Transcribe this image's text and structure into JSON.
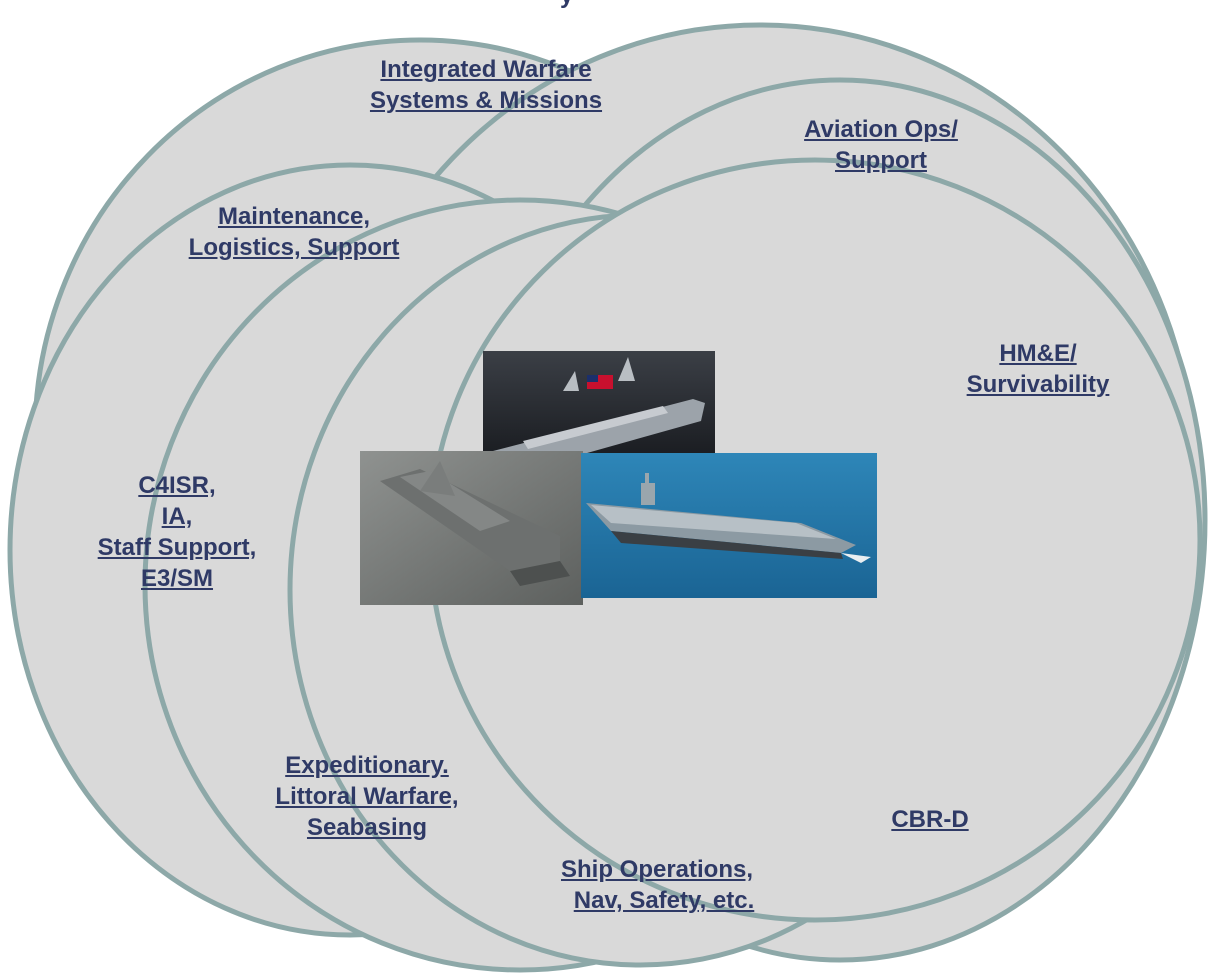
{
  "diagram": {
    "top_partial_text": "y",
    "labels": {
      "integrated_warfare": [
        "Integrated Warfare",
        "Systems & Missions"
      ],
      "aviation": [
        "Aviation Ops/",
        "Support"
      ],
      "maintenance": [
        "Maintenance,",
        "Logistics, Support"
      ],
      "hme": [
        "HM&E/",
        "Survivability"
      ],
      "c4isr": [
        "C4ISR,",
        "IA,",
        "Staff Support,",
        "E3/SM"
      ],
      "expeditionary": [
        "Expeditionary.",
        "Littoral Warfare,",
        "Seabasing"
      ],
      "cbrd": [
        "CBR-D"
      ],
      "ship_ops": [
        "Ship Operations,",
        "Nav, Safety, etc."
      ]
    },
    "images": [
      {
        "name": "amphibious-ship-photo"
      },
      {
        "name": "destroyer-photo"
      },
      {
        "name": "aircraft-carrier-photo"
      }
    ],
    "colors": {
      "circle_fill": "#d9d9d9",
      "circle_stroke": "#8da8a8",
      "label": "#2f3a66"
    }
  }
}
